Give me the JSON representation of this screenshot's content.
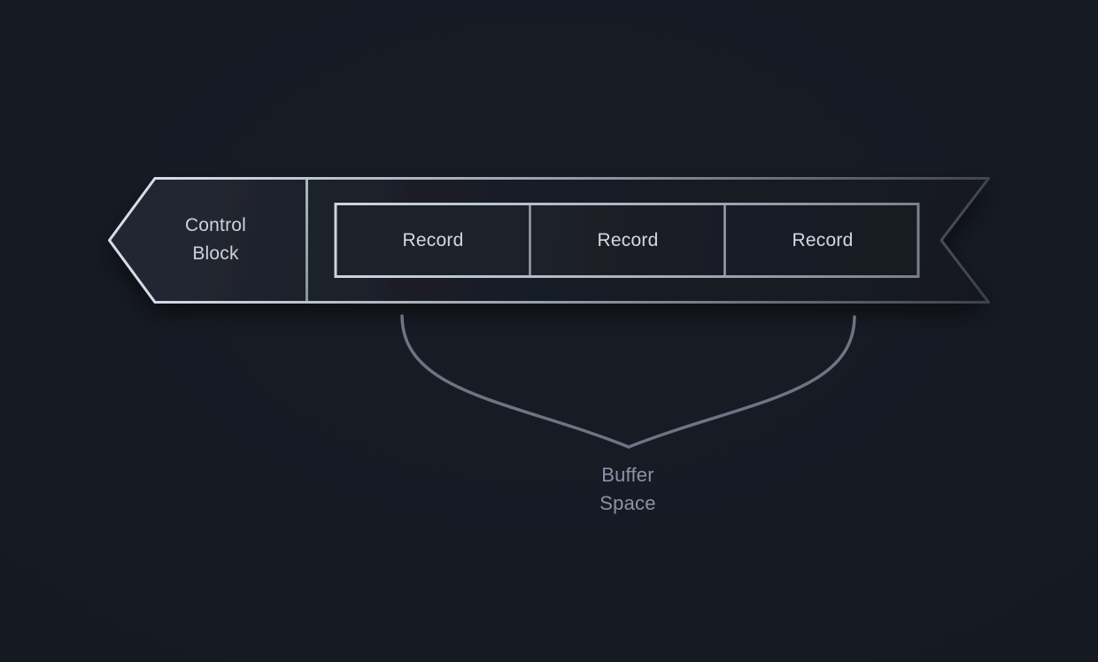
{
  "diagram": {
    "control_block": {
      "label": "Control Block"
    },
    "records": [
      {
        "label": "Record"
      },
      {
        "label": "Record"
      },
      {
        "label": "Record"
      }
    ],
    "buffer_space": {
      "label": "Buffer Space"
    },
    "colors": {
      "background": "#151922",
      "banner_fill_light": "#232833",
      "banner_fill_dark": "#151920",
      "outline_light": "#d6dde6",
      "outline_mid": "#98a0ab",
      "outline_dark": "#3d424a",
      "cell_divider": "#99a1ac",
      "label_primary": "#d4d9e0",
      "brace_stroke": "#6c7583",
      "buffer_label_color": "#8d91a6"
    }
  }
}
